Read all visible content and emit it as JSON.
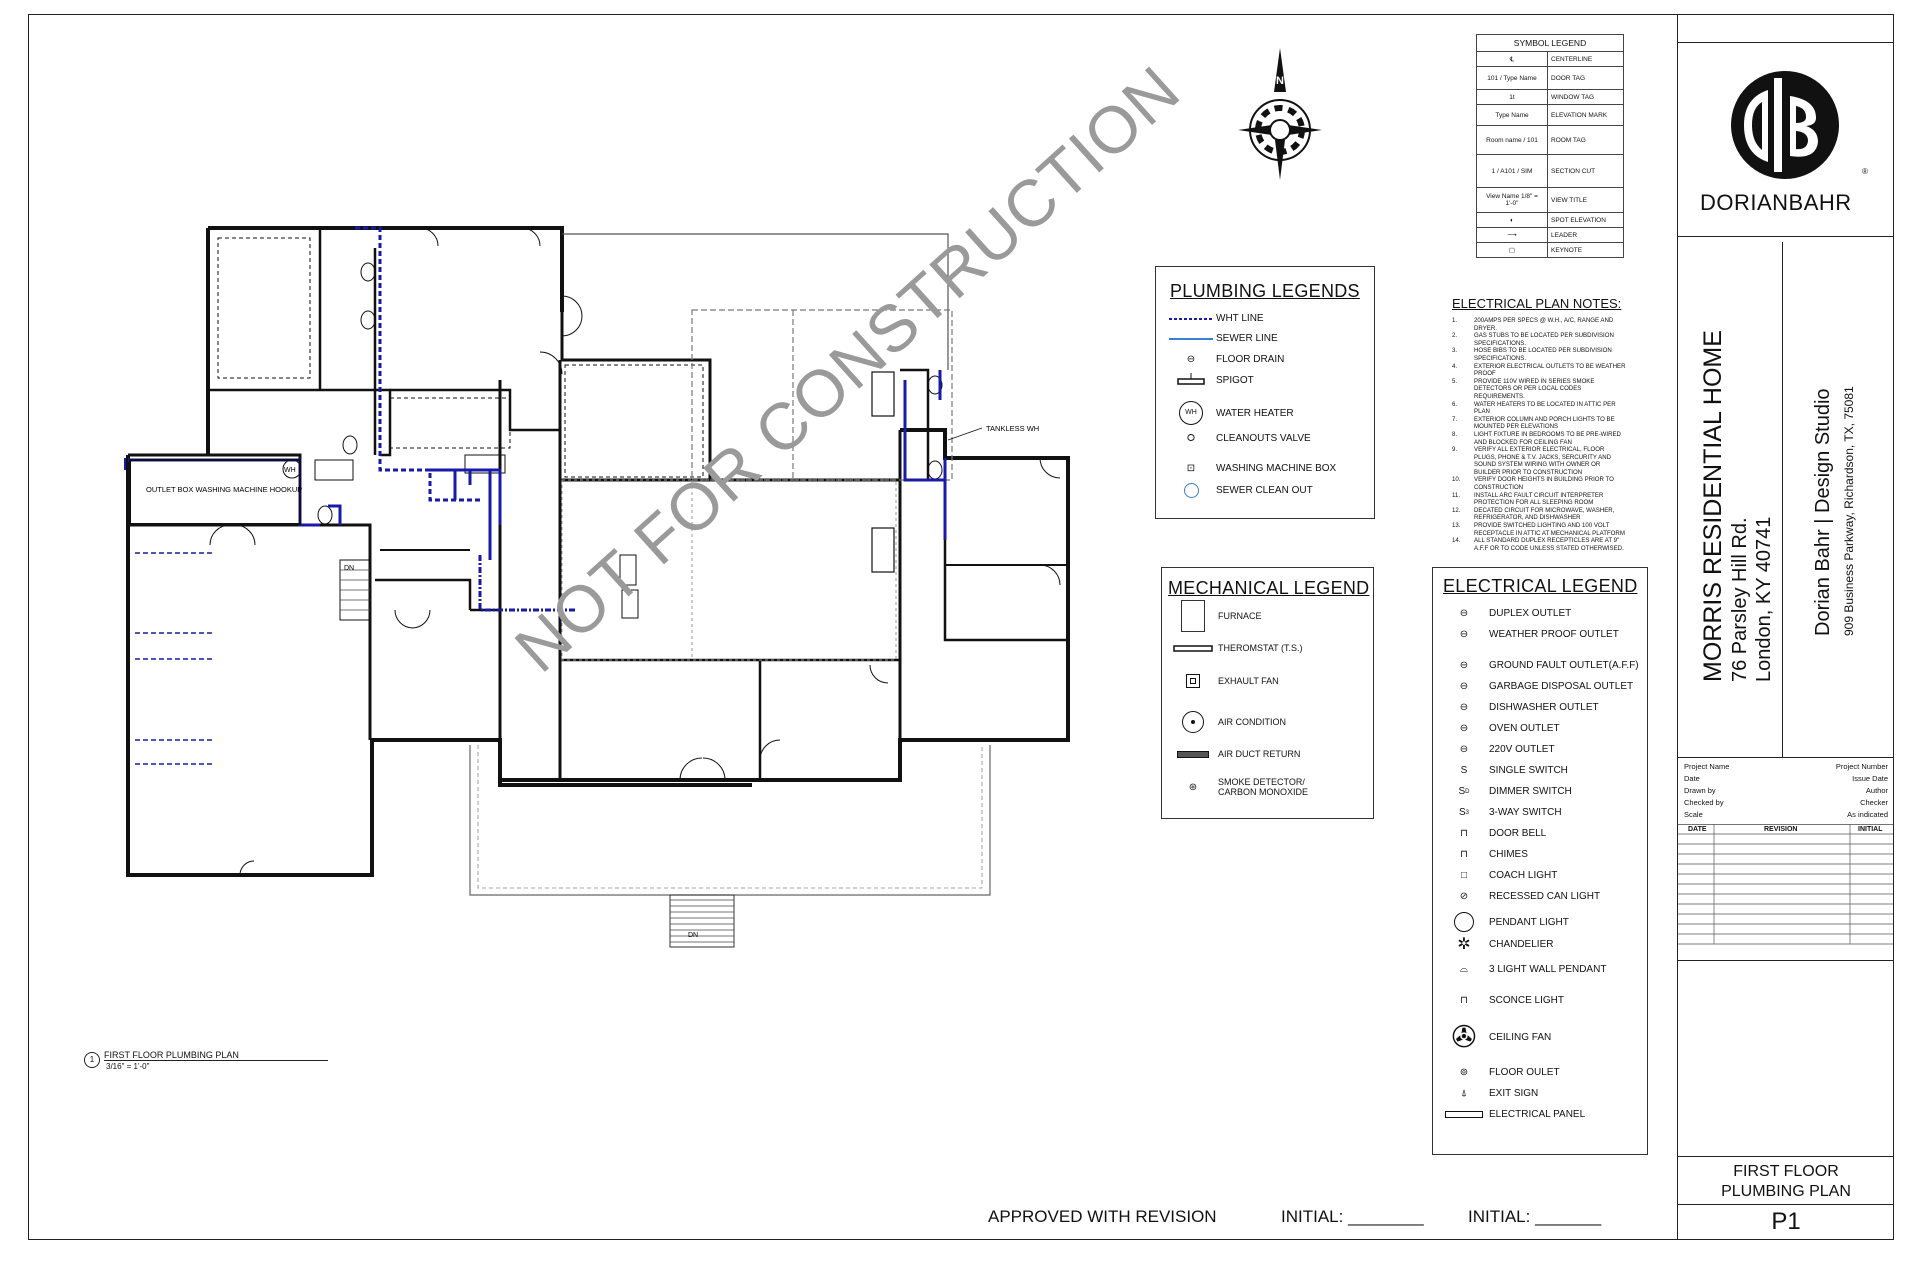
{
  "watermark": "NOT FOR CONSTRUCTION",
  "plan": {
    "annotations": {
      "washer": "OUTLET BOX WASHING MACHINE HOOKUP",
      "tankless": "TANKLESS WH",
      "wh": "WH",
      "dn1": "DN",
      "dn2": "DN"
    }
  },
  "view_title": {
    "number": "1",
    "name": "FIRST FLOOR PLUMBING PLAN",
    "scale": "3/16\" = 1'-0\""
  },
  "symbol_legend": {
    "title": "SYMBOL LEGEND",
    "rows": [
      {
        "sym": "℄",
        "label": "CENTERLINE"
      },
      {
        "sym": "101 / Type Name",
        "label": "DOOR TAG"
      },
      {
        "sym": "1t",
        "label": "WINDOW TAG"
      },
      {
        "sym": "Type Name",
        "label": "ELEVATION MARK"
      },
      {
        "sym": "Room name / 101",
        "label": "ROOM TAG"
      },
      {
        "sym": "1 / A101 / SIM",
        "label": "SECTION CUT"
      },
      {
        "sym": "View Name 1/8\" = 1'-0\"",
        "label": "VIEW TITLE"
      },
      {
        "sym": "",
        "label": "SPOT ELEVATION"
      },
      {
        "sym": "",
        "label": "LEADER"
      },
      {
        "sym": "",
        "label": "KEYNOTE"
      }
    ]
  },
  "plumbing_legend": {
    "title": "PLUMBING LEGENDS",
    "items": [
      "WHT LINE",
      "SEWER LINE",
      "FLOOR DRAIN",
      "SPIGOT",
      "WATER HEATER",
      "CLEANOUTS VALVE",
      "WASHING MACHINE BOX",
      "SEWER  CLEAN OUT"
    ],
    "wh_symbol": "WH"
  },
  "mechanical_legend": {
    "title": "MECHANICAL LEGEND",
    "items": [
      "FURNACE",
      "THEROMSTAT (T.S.)",
      "EXHAULT FAN",
      "AIR CONDITION",
      "AIR DUCT RETURN",
      "SMOKE DETECTOR/",
      "CARBON MONOXIDE"
    ]
  },
  "electrical_notes": {
    "title": "ELECTRICAL PLAN NOTES:",
    "items": [
      {
        "n": "1.",
        "t": "200AMPS PER SPECS @ W.H., A/C, RANGE AND DRYER."
      },
      {
        "n": "2.",
        "t": "GAS STUBS TO BE LOCATED PER SUBDIVISION SPECIFICATIONS."
      },
      {
        "n": "3.",
        "t": "HOSE BIBS TO BE LOCATED PER SUBDIVISION SPECIFICATIONS."
      },
      {
        "n": "4.",
        "t": "EXTERIOR ELECTRICAL OUTLETS TO BE WEATHER PROOF"
      },
      {
        "n": "5.",
        "t": "PROVIDE 110V WIRED IN SERIES SMOKE DETECTORS OR PER LOCAL CODES REQUIREMENTS."
      },
      {
        "n": "6.",
        "t": "WATER HEATERS TO BE LOCATED IN ATTIC PER PLAN"
      },
      {
        "n": "7.",
        "t": "EXTERIOR COLUMN AND PORCH LIGHTS TO BE MOUNTED PER ELEVATIONS"
      },
      {
        "n": "8.",
        "t": "LIGHT FIXTURE IN BEDROOMS TO BE PRE-WIRED AND BLOCKED FOR CEILING FAN"
      },
      {
        "n": "9.",
        "t": "VERIFY ALL EXTERIOR ELECTRICAL, FLOOR PLUGS, PHONE & T.V. JACKS, SERCURITY AND SOUND SYSTEM WIRING WITH OWNER OR BUILDER PRIOR TO CONSTRUCTION"
      },
      {
        "n": "10.",
        "t": "VERIFY DOOR HEIGHTS IN BUILDING PRIOR TO CONSTRUCTION"
      },
      {
        "n": "11.",
        "t": "INSTALL ARC FAULT CIRCUIT INTERPRETER PROTECTION FOR ALL SLEEPING ROOM"
      },
      {
        "n": "12.",
        "t": "DECATED CIRCUIT FOR MICROWAVE, WASHER, REFRIGERATOR, AND DISHWASHER"
      },
      {
        "n": "13.",
        "t": "PROVIDE SWITCHED LIGHTING AND 100 VOLT RECEPTACLE IN ATTIC AT MECHANICAL PLATFORM"
      },
      {
        "n": "14.",
        "t": "ALL STANDARD DUPLEX RECEPTICLES ARE AT 9\" A.F.F OR TO CODE UNLESS STATED OTHERWISED."
      }
    ]
  },
  "electrical_legend": {
    "title": "ELECTRICAL LEGEND",
    "items": [
      "DUPLEX OUTLET",
      "WEATHER PROOF OUTLET",
      "GROUND FAULT OUTLET(A.F.F)",
      "GARBAGE DISPOSAL OUTLET",
      "DISHWASHER OUTLET",
      "OVEN OUTLET",
      "220V OUTLET",
      "SINGLE SWITCH",
      "DIMMER SWITCH",
      "3-WAY SWITCH",
      "DOOR BELL",
      "CHIMES",
      "COACH LIGHT",
      "RECESSED CAN LIGHT",
      "PENDANT LIGHT",
      "CHANDELIER",
      "3 LIGHT WALL PENDANT",
      "SCONCE LIGHT",
      "CEILING FAN",
      "FLOOR OULET",
      "EXIT SIGN",
      "ELECTRICAL PANEL"
    ]
  },
  "approval": {
    "approved": "APPROVED WITH REVISION",
    "initial1": "INITIAL: ________",
    "initial2": "INITIAL: _______"
  },
  "title_block": {
    "logo_mark": "DB",
    "logo_text": "DORIANBAHR",
    "reg": "®",
    "project": "MORRIS RESIDENTIAL HOME",
    "address1": "76 Parsley Hill Rd.",
    "address2": "London, KY 40741",
    "studio": "Dorian Bahr | Design Studio",
    "studio_address": "909 Business Parkway, Richardson, TX, 75081",
    "info": [
      {
        "k": "Project Name",
        "v": "Project Number"
      },
      {
        "k": "Date",
        "v": "Issue Date"
      },
      {
        "k": "Drawn by",
        "v": "Author"
      },
      {
        "k": "Checked by",
        "v": "Checker"
      },
      {
        "k": "Scale",
        "v": "As indicated"
      }
    ],
    "rev_headers": [
      "DATE",
      "REVISION",
      "INITIAL"
    ],
    "sheet_title1": "FIRST FLOOR",
    "sheet_title2": "PLUMBING PLAN",
    "sheet_number": "P1"
  },
  "compass": {
    "north": "N"
  },
  "colors": {
    "plumbing": "#1a1aa8",
    "sewer": "#3b7fd4",
    "line": "#111111",
    "watermark": "#9a9a9a"
  }
}
